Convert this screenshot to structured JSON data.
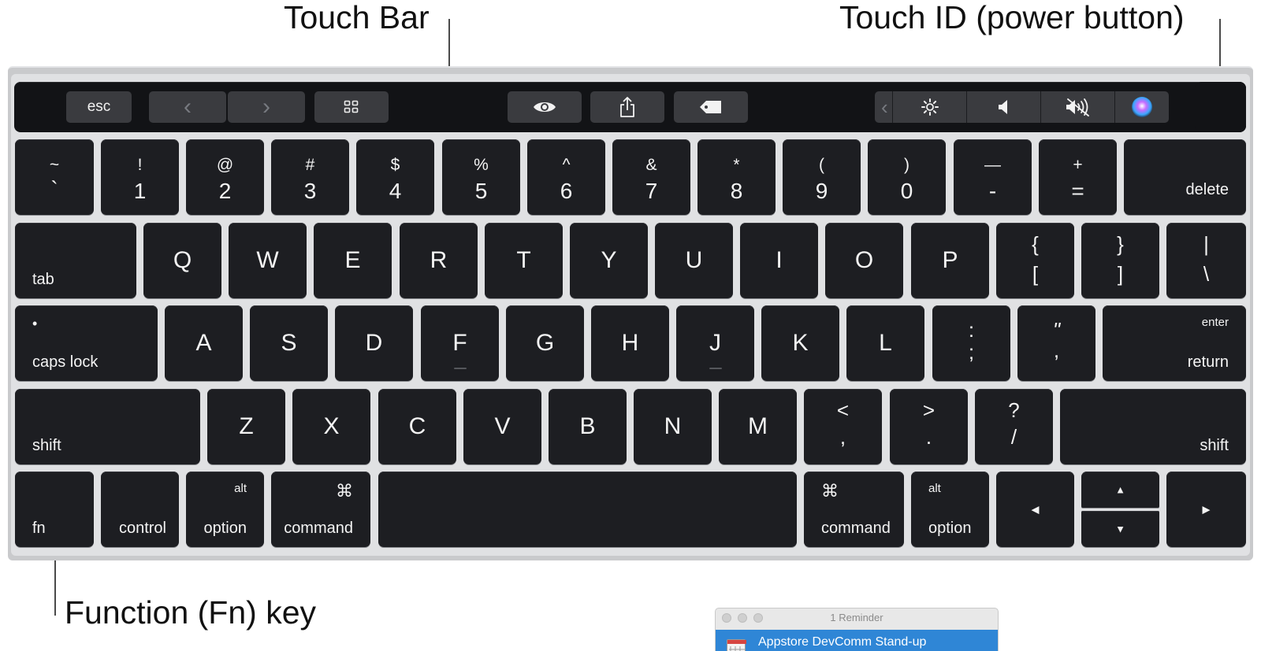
{
  "callouts": {
    "touch_bar": "Touch Bar",
    "touch_id": "Touch ID (power button)",
    "fn_key": "Function (Fn) key"
  },
  "touch_bar": {
    "esc": "esc",
    "back_arrow": "‹",
    "forward_arrow": "›",
    "collapse_arrow": "‹",
    "icons": [
      "grid-icon",
      "eye-icon",
      "share-icon",
      "tag-icon",
      "brightness-icon",
      "volume-icon",
      "mute-icon",
      "siri-icon"
    ]
  },
  "number_row": [
    {
      "top": "~",
      "main": "`"
    },
    {
      "top": "!",
      "main": "1"
    },
    {
      "top": "@",
      "main": "2"
    },
    {
      "top": "#",
      "main": "3"
    },
    {
      "top": "$",
      "main": "4"
    },
    {
      "top": "%",
      "main": "5"
    },
    {
      "top": "^",
      "main": "6"
    },
    {
      "top": "&",
      "main": "7"
    },
    {
      "top": "*",
      "main": "8"
    },
    {
      "top": "(",
      "main": "9"
    },
    {
      "top": ")",
      "main": "0"
    },
    {
      "top": "—",
      "main": "-"
    },
    {
      "top": "+",
      "main": "="
    }
  ],
  "qwerty_row": [
    "Q",
    "W",
    "E",
    "R",
    "T",
    "Y",
    "U",
    "I",
    "O",
    "P"
  ],
  "qwerty_symbols": [
    {
      "top": "{",
      "main": "["
    },
    {
      "top": "}",
      "main": "]"
    },
    {
      "top": "|",
      "main": "\\"
    }
  ],
  "home_row": [
    "A",
    "S",
    "D",
    "F",
    "G",
    "H",
    "J",
    "K",
    "L"
  ],
  "home_symbols": [
    {
      "top": ":",
      "main": ";"
    },
    {
      "top": "\"",
      "main": ","
    }
  ],
  "bottom_letters": [
    "Z",
    "X",
    "C",
    "V",
    "B",
    "N",
    "M"
  ],
  "bottom_symbols": [
    {
      "top": "<",
      "main": ","
    },
    {
      "top": ">",
      "main": "."
    },
    {
      "top": "?",
      "main": "/"
    }
  ],
  "modifiers": {
    "delete": "delete",
    "tab": "tab",
    "caps_dot": "•",
    "caps_lock": "caps lock",
    "enter": "enter",
    "return": "return",
    "shift_left": "shift",
    "shift_right": "shift",
    "fn": "fn",
    "control": "control",
    "alt_left": "alt",
    "option_left": "option",
    "cmd_symbol_left": "⌘",
    "command_left": "command",
    "cmd_symbol_right": "⌘",
    "command_right": "command",
    "alt_right": "alt",
    "option_right": "option"
  },
  "arrows": {
    "left": "◀",
    "up": "▲",
    "down": "▼",
    "right": "▶"
  },
  "reminder_popup": {
    "window_title": "1 Reminder",
    "item_title": "Appstore DevComm Stand-up"
  }
}
